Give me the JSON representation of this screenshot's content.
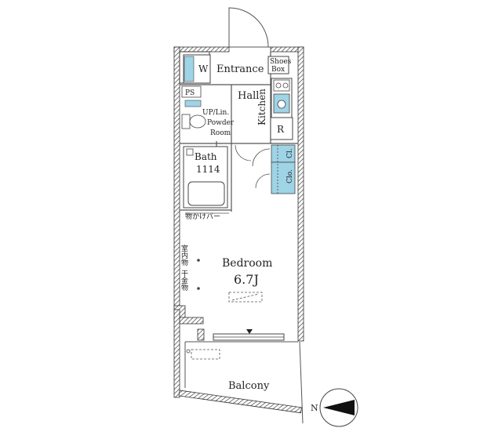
{
  "plan": {
    "rooms": {
      "entrance": "Entrance",
      "hall": "Hall",
      "kitchen": "Kitchen",
      "ps": "PS",
      "utility": "UP/Lin.",
      "powder": "Powder",
      "powder_room": "Room",
      "bath": "Bath",
      "bath_size": "1114",
      "bedroom": "Bedroom",
      "bedroom_size": "6.7J",
      "balcony": "Balcony"
    },
    "fixtures": {
      "washer": "W",
      "shoes_1": "Shoes",
      "shoes_2": "Box",
      "refrigerator": "R",
      "closet_1": "Cl.",
      "closet_2": "Clo.",
      "hanger_bar": "物かけバー",
      "indoor_drying_1": "室内物",
      "indoor_drying_2": "干金物"
    },
    "compass": {
      "north": "N"
    }
  }
}
